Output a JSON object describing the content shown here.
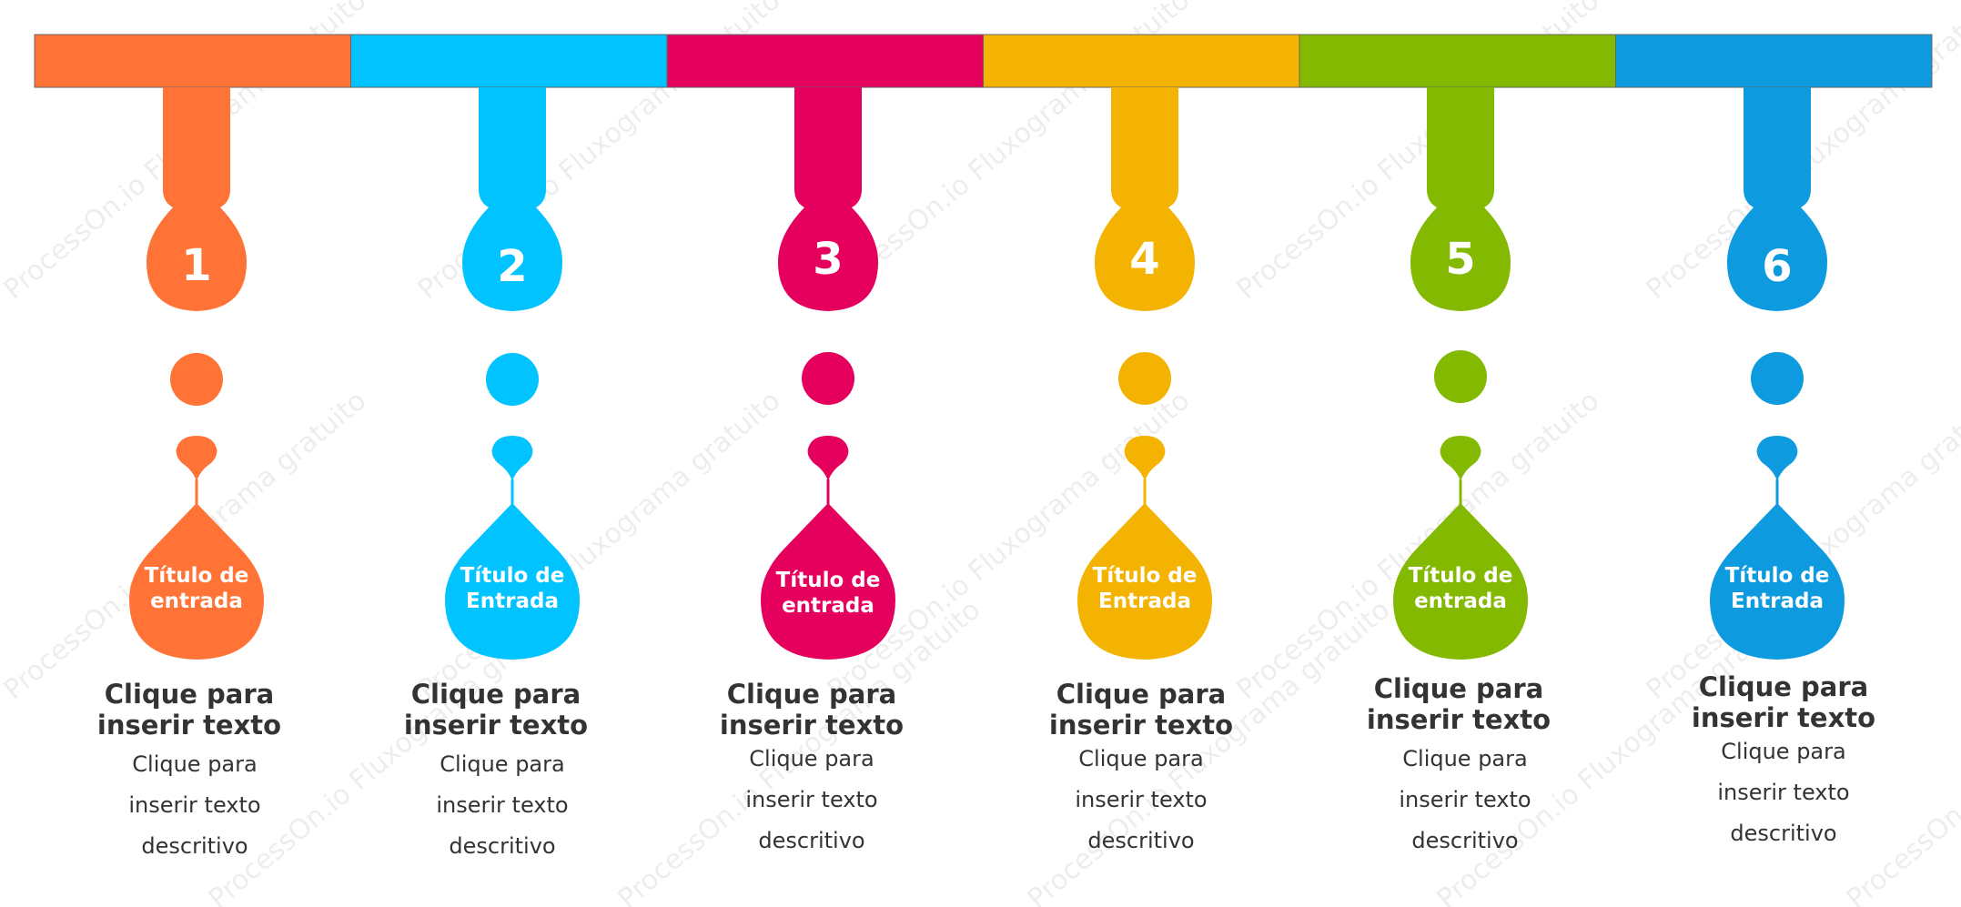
{
  "watermark": "ProcessOn.io Fluxograma gratuito",
  "steps": [
    {
      "number": "1",
      "color": "#FF7336",
      "drop_lines": [
        "Título de",
        "entrada"
      ],
      "title_lines": [
        "Clique para",
        "inserir texto"
      ],
      "desc_lines": [
        "Clique para",
        "inserir texto",
        "descritivo"
      ]
    },
    {
      "number": "2",
      "color": "#00C3FF",
      "drop_lines": [
        "Título de",
        "Entrada"
      ],
      "title_lines": [
        "Clique para",
        "inserir texto"
      ],
      "desc_lines": [
        "Clique para",
        "inserir texto",
        "descritivo"
      ]
    },
    {
      "number": "3",
      "color": "#E5005E",
      "drop_lines": [
        "Título de",
        "entrada"
      ],
      "title_lines": [
        "Clique para",
        "inserir texto"
      ],
      "desc_lines": [
        "Clique para",
        "inserir texto",
        "descritivo"
      ]
    },
    {
      "number": "4",
      "color": "#F4B300",
      "drop_lines": [
        "Título de",
        "Entrada"
      ],
      "title_lines": [
        "Clique para",
        "inserir texto"
      ],
      "desc_lines": [
        "Clique para",
        "inserir texto",
        "descritivo"
      ]
    },
    {
      "number": "5",
      "color": "#84B902",
      "drop_lines": [
        "Título de",
        "entrada"
      ],
      "title_lines": [
        "Clique para",
        "inserir texto"
      ],
      "desc_lines": [
        "Clique para",
        "inserir texto",
        "descritivo"
      ]
    },
    {
      "number": "6",
      "color": "#0E9ADF",
      "drop_lines": [
        "Título de",
        "Entrada"
      ],
      "title_lines": [
        "Clique para",
        "inserir texto"
      ],
      "desc_lines": [
        "Clique para",
        "inserir texto",
        "descritivo"
      ]
    }
  ]
}
